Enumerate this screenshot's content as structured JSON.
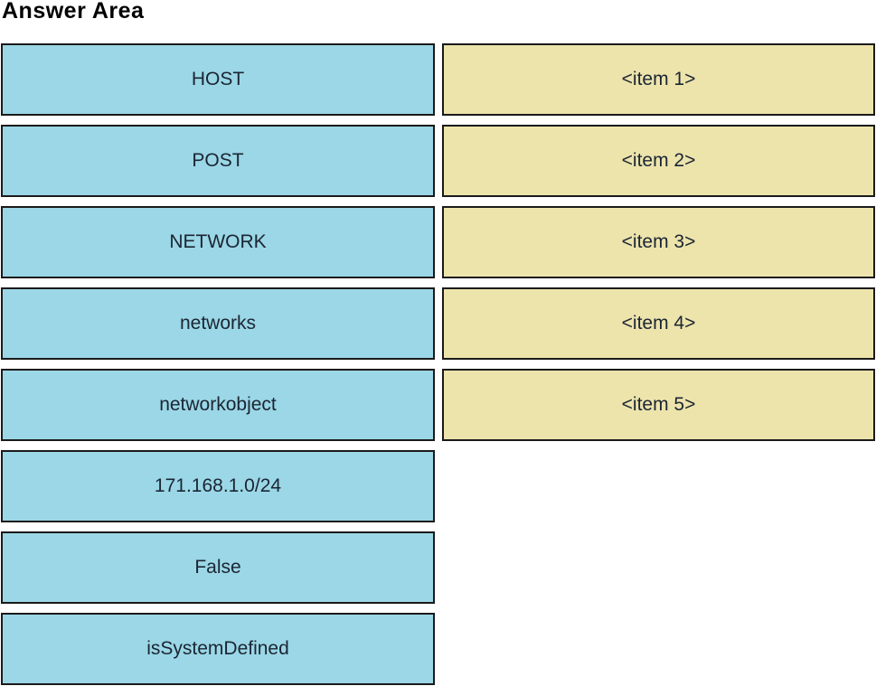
{
  "title": "Answer Area",
  "colors": {
    "source_fill": "#9BD7E6",
    "target_fill": "#EDE4AC",
    "border": "#1A1A1A",
    "text": "#1B2533"
  },
  "source_items": [
    "HOST",
    "POST",
    "NETWORK",
    "networks",
    "networkobject",
    "171.168.1.0/24",
    "False",
    "isSystemDefined"
  ],
  "target_items": [
    "<item 1>",
    "<item 2>",
    "<item 3>",
    "<item 4>",
    "<item 5>"
  ]
}
